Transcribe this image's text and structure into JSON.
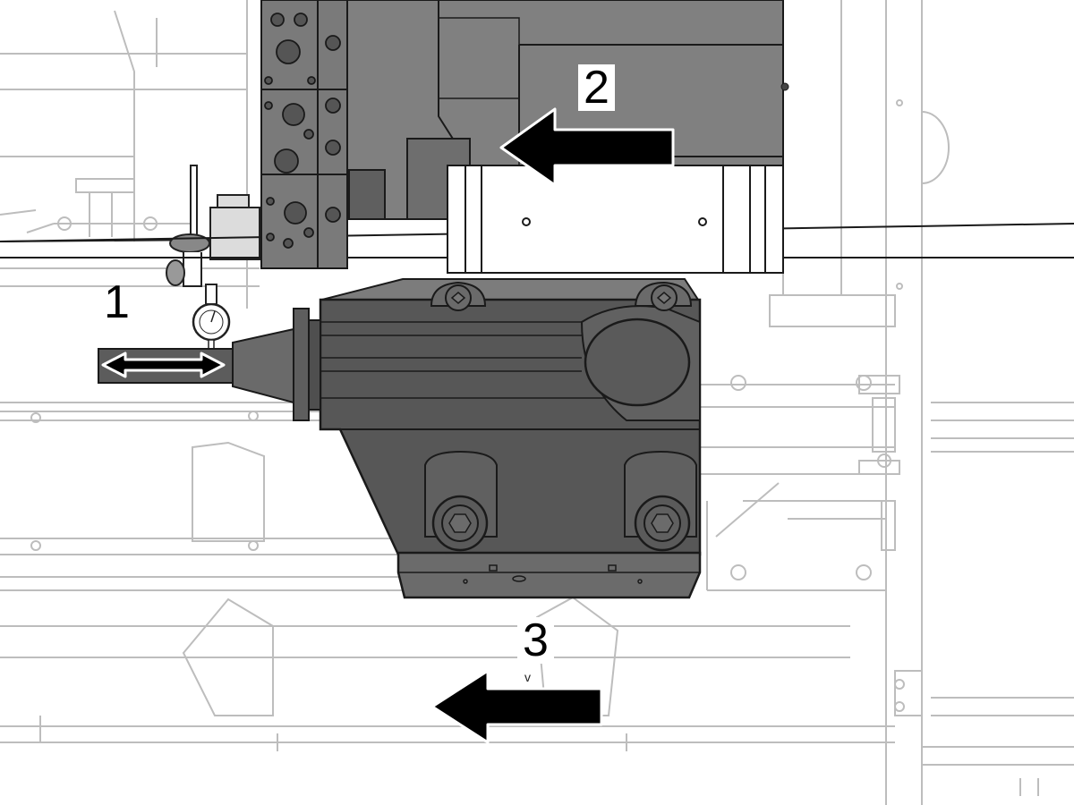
{
  "labels": {
    "one": "1",
    "two": "2",
    "three": "3",
    "small_mark": "v"
  },
  "colors": {
    "line_light": "#bdbdbd",
    "line_dark": "#1a1a1a",
    "body_dark": "#575757",
    "body_mid": "#6b6b6b",
    "body_top": "#7c7c7c",
    "module_gray": "#808080",
    "arrow_fill": "#000000",
    "indicator_block": "#dcdcdc"
  },
  "icons": [
    "double-arrow-icon",
    "left-arrow-icon",
    "dial-gauge-icon",
    "bolt-icon"
  ]
}
